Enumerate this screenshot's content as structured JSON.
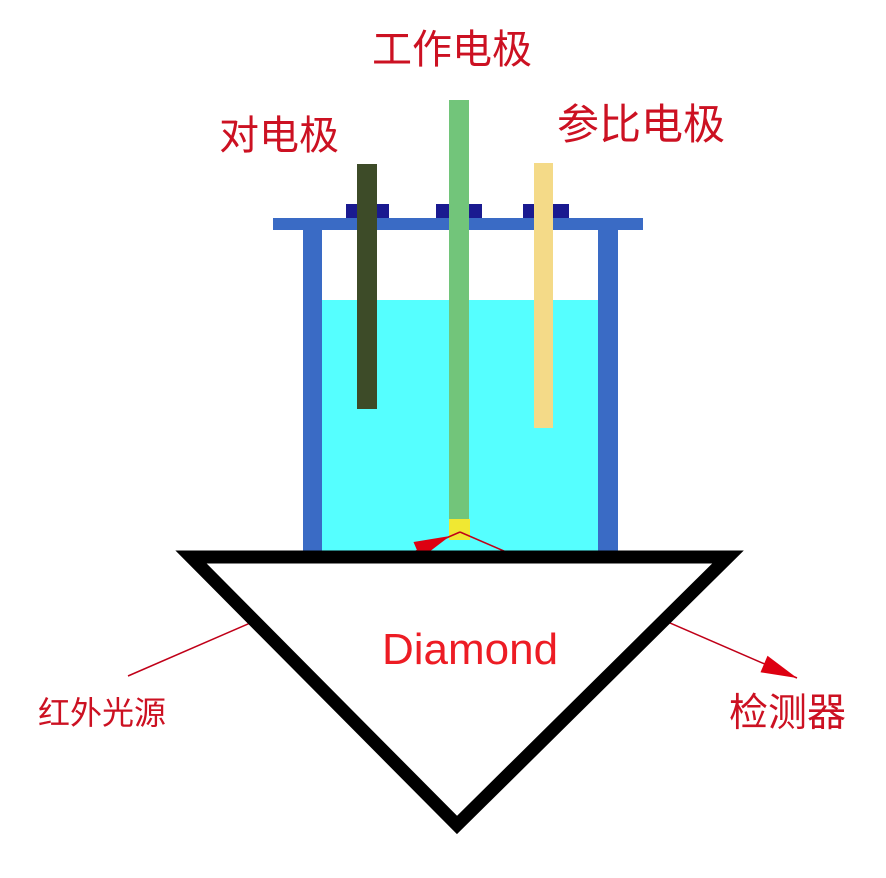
{
  "diagram": {
    "title_implicit": "ATR spectro-electrochemical cell diagram",
    "labels": {
      "working_electrode": "工作电极",
      "counter_electrode": "对电极",
      "reference_electrode": "参比电极",
      "prism_material": "Diamond",
      "ir_source": "红外光源",
      "detector": "检测器"
    },
    "colors": {
      "cell_frame_blue": "#3a6bc5",
      "cap_navy": "#1a1a90",
      "solution_cyan": "#55ffff",
      "counter_electrode_olive": "#3d4b28",
      "working_electrode_green": "#72c57a",
      "reference_electrode_tan": "#f4da88",
      "active_spot_yellow": "#f0e832",
      "beam_red": "#c00018",
      "label_red": "#cc1122",
      "diamond_text_red": "#ed1c24",
      "prism_outline_black": "#000000",
      "prism_fill_white": "#ffffff"
    }
  }
}
